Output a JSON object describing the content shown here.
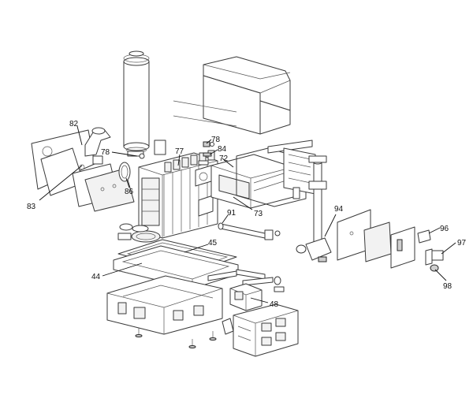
{
  "callouts": {
    "c44": "44",
    "c45": "45",
    "c48": "48",
    "c72": "72",
    "c73": "73",
    "c77": "77",
    "c78a": "78",
    "c78b": "78",
    "c82": "82",
    "c83": "83",
    "c84": "84",
    "c86": "86",
    "c91": "91",
    "c94": "94",
    "c96": "96",
    "c97": "97",
    "c98": "98"
  }
}
